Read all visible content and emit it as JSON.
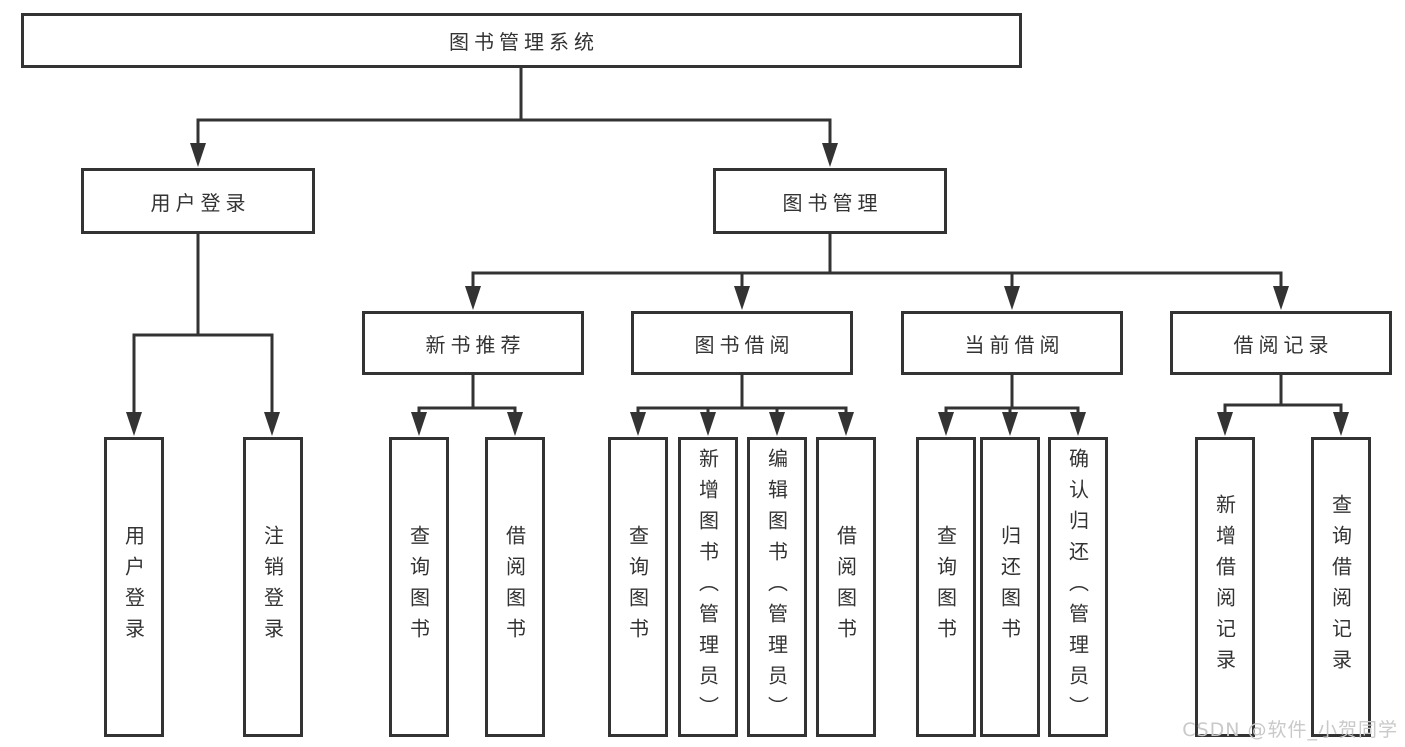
{
  "diagram": {
    "root": {
      "label": "图书管理系统"
    },
    "branches": [
      {
        "label": "用户登录",
        "children": [
          {
            "label": "用户登录"
          },
          {
            "label": "注销登录"
          }
        ]
      },
      {
        "label": "图书管理",
        "children": [
          {
            "label": "新书推荐",
            "children": [
              {
                "label": "查询图书"
              },
              {
                "label": "借阅图书"
              }
            ]
          },
          {
            "label": "图书借阅",
            "children": [
              {
                "label": "查询图书"
              },
              {
                "label": "新增图书（管理员）"
              },
              {
                "label": "编辑图书（管理员）"
              },
              {
                "label": "借阅图书"
              }
            ]
          },
          {
            "label": "当前借阅",
            "children": [
              {
                "label": "查询图书"
              },
              {
                "label": "归还图书"
              },
              {
                "label": "确认归还（管理员）"
              }
            ]
          },
          {
            "label": "借阅记录",
            "children": [
              {
                "label": "新增借阅记录"
              },
              {
                "label": "查询借阅记录"
              }
            ]
          }
        ]
      }
    ]
  },
  "watermark": "CSDN @软件_小贺同学",
  "colors": {
    "line": "#333333",
    "border": "#333333",
    "text": "#333333",
    "bg": "#ffffff",
    "watermark": "#c9c9c9"
  }
}
